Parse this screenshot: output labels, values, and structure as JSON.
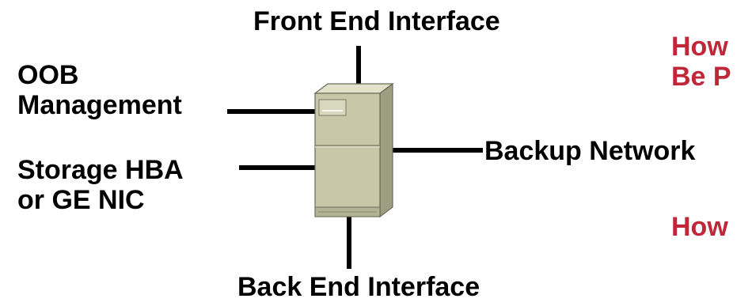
{
  "labels": {
    "front_end": "Front End Interface",
    "oob_line1": "OOB",
    "oob_line2": "Management",
    "storage_line1": "Storage HBA",
    "storage_line2": "or GE NIC",
    "backup": "Backup Network",
    "back_end": "Back End Interface"
  },
  "partial_text": {
    "how_1_line1": "How",
    "how_1_line2": "Be P",
    "how_2": "How"
  },
  "colors": {
    "accent_red": "#c0283a",
    "server_body": "#c8c8a8",
    "line": "#000000"
  }
}
